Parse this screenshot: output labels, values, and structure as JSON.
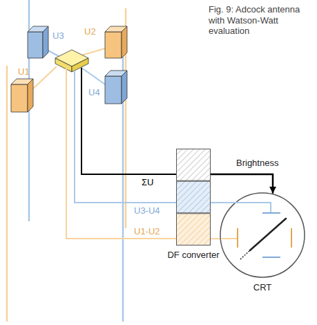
{
  "diagram": {
    "caption": "Fig. 9: Adcock antenna with Watson-Watt evaluation",
    "nodes": [
      {
        "text": [
          "DF converter"
        ]
      },
      {
        "text": [
          "CRT"
        ]
      }
    ],
    "edges": [
      {
        "from": 0,
        "to": 1,
        "arrow": "to",
        "label": "Brightness"
      },
      {
        "from": 0,
        "to": 1,
        "arrow": "none"
      },
      {
        "from": 0,
        "to": 1,
        "arrow": "none"
      }
    ],
    "labels": [
      "U3",
      "U2",
      "U1",
      "U4",
      "ΣU",
      "U3-U4",
      "U1-U2"
    ]
  }
}
